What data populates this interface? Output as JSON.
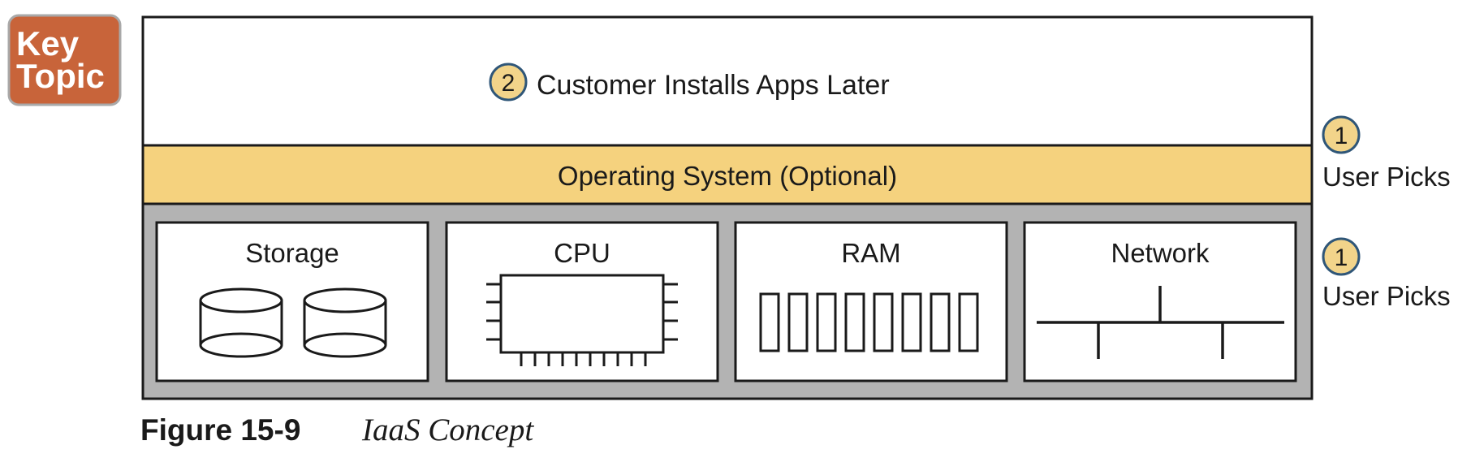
{
  "key_topic": {
    "line1": "Key",
    "line2": "Topic"
  },
  "apps_layer": {
    "badge": "2",
    "label": "Customer Installs Apps Later"
  },
  "os_layer": {
    "label": "Operating System (Optional)"
  },
  "hardware": {
    "storage": "Storage",
    "cpu": "CPU",
    "ram": "RAM",
    "network": "Network"
  },
  "side_notes": [
    {
      "badge": "1",
      "label": "User Picks"
    },
    {
      "badge": "1",
      "label": "User Picks"
    }
  ],
  "caption": {
    "figure_number": "Figure 15-9",
    "title": "IaaS Concept"
  },
  "colors": {
    "key_topic_fill": "#c8643a",
    "os_layer_fill": "#f5d27e",
    "hardware_fill": "#b3b3b3",
    "badge_fill": "#f2d48a",
    "badge_stroke": "#2f5678",
    "outline": "#1a1a1a"
  }
}
